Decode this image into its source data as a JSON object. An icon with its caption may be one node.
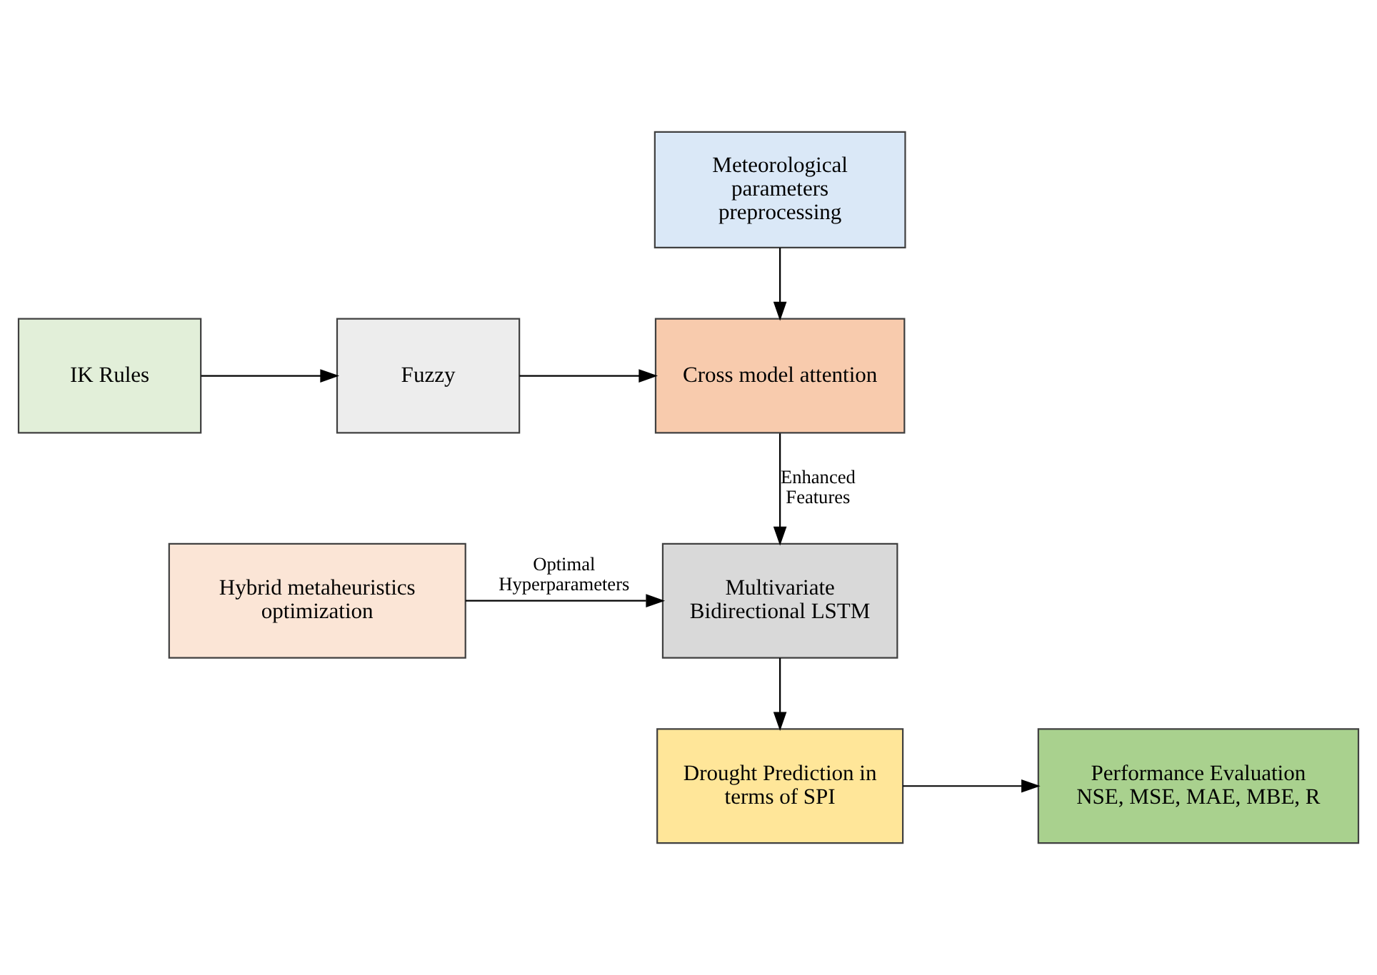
{
  "diagram": {
    "nodes": [
      {
        "text": [
          "Meteorological parameters preprocessing"
        ]
      },
      {
        "text": [
          "IK Rules"
        ]
      },
      {
        "text": [
          "Fuzzy"
        ]
      },
      {
        "text": [
          "Cross model attention"
        ]
      },
      {
        "text": [
          "Hybrid metaheuristics optimization"
        ]
      },
      {
        "text": [
          "Multivariate Bidirectional LSTM"
        ]
      },
      {
        "text": [
          "Drought Prediction in terms of SPI"
        ]
      },
      {
        "text": [
          "Performance Evaluation",
          "NSE, MSE, MAE, MBE, R"
        ]
      }
    ],
    "edges": [
      {
        "from": 0,
        "to": 3,
        "arrow": "to"
      },
      {
        "from": 1,
        "to": 2,
        "arrow": "to"
      },
      {
        "from": 2,
        "to": 3,
        "arrow": "to"
      },
      {
        "from": 3,
        "to": 5,
        "arrow": "to",
        "label": "Enhanced Features"
      },
      {
        "from": 4,
        "to": 5,
        "arrow": "to",
        "label": "Optimal Hyperparameters"
      },
      {
        "from": 5,
        "to": 6,
        "arrow": "to"
      },
      {
        "from": 6,
        "to": 7,
        "arrow": "to"
      }
    ]
  }
}
